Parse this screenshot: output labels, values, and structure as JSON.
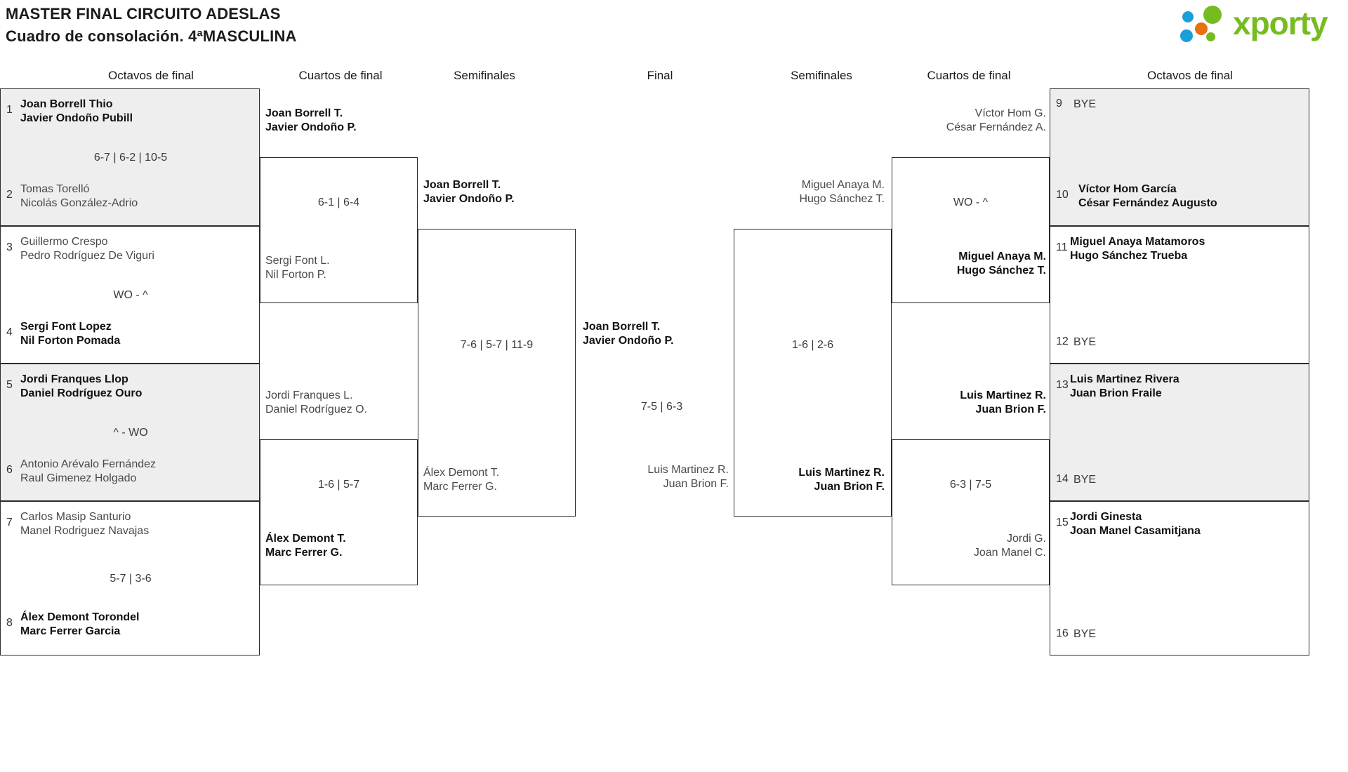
{
  "header": {
    "title_line1": "MASTER FINAL CIRCUITO ADESLAS",
    "title_line2": "Cuadro de consolación. 4ªMASCULINA",
    "logo_text": "xporty",
    "logo_colors": {
      "green": "#76bc21",
      "blue": "#1a9fd9",
      "orange": "#e8700f"
    }
  },
  "rounds": {
    "left_r16": "Octavos de final",
    "left_qf": "Cuartos de final",
    "left_sf": "Semifinales",
    "final": "Final",
    "right_sf": "Semifinales",
    "right_qf": "Cuartos de final",
    "right_r16": "Octavos de final"
  },
  "left_r16": [
    {
      "seed_top": "1",
      "team_top_l1": "Joan Borrell Thio",
      "team_top_l2": "Javier Ondoño Pubill",
      "top_winner": true,
      "score": "6-7 | 6-2 | 10-5",
      "seed_bottom": "2",
      "team_bottom_l1": "Tomas Torelló",
      "team_bottom_l2": "Nicolás González-Adrio",
      "bottom_winner": false,
      "shaded": true
    },
    {
      "seed_top": "3",
      "team_top_l1": "Guillermo Crespo",
      "team_top_l2": "Pedro Rodríguez De Viguri",
      "top_winner": false,
      "score": "WO - ^",
      "seed_bottom": "4",
      "team_bottom_l1": "Sergi Font Lopez",
      "team_bottom_l2": "Nil Forton Pomada",
      "bottom_winner": true,
      "shaded": false
    },
    {
      "seed_top": "5",
      "team_top_l1": "Jordi Franques Llop",
      "team_top_l2": "Daniel Rodríguez Ouro",
      "top_winner": true,
      "score": "^ - WO",
      "seed_bottom": "6",
      "team_bottom_l1": "Antonio Arévalo Fernández",
      "team_bottom_l2": "Raul Gimenez Holgado",
      "bottom_winner": false,
      "shaded": true
    },
    {
      "seed_top": "7",
      "team_top_l1": "Carlos Masip Santurio",
      "team_top_l2": "Manel Rodriguez Navajas",
      "top_winner": false,
      "score": "5-7 | 3-6",
      "seed_bottom": "8",
      "team_bottom_l1": "Álex Demont Torondel",
      "team_bottom_l2": "Marc Ferrer Garcia",
      "bottom_winner": true,
      "shaded": false
    }
  ],
  "left_qf": [
    {
      "team_top_l1": "Joan Borrell T.",
      "team_top_l2": "Javier Ondoño P.",
      "top_winner": true,
      "score": "6-1 | 6-4",
      "team_bottom_l1": "Sergi Font L.",
      "team_bottom_l2": "Nil Forton P.",
      "bottom_winner": false
    },
    {
      "team_top_l1": "Jordi Franques L.",
      "team_top_l2": "Daniel Rodríguez O.",
      "top_winner": false,
      "score": "1-6 | 5-7",
      "team_bottom_l1": "Álex Demont T.",
      "team_bottom_l2": "Marc Ferrer G.",
      "bottom_winner": true
    }
  ],
  "left_sf": [
    {
      "team_top_l1": "Joan Borrell T.",
      "team_top_l2": "Javier Ondoño P.",
      "top_winner": true,
      "score": "7-6 | 5-7 | 11-9",
      "team_bottom_l1": "Álex Demont T.",
      "team_bottom_l2": "Marc Ferrer G.",
      "bottom_winner": false
    }
  ],
  "final": {
    "team_top_l1": "Joan Borrell T.",
    "team_top_l2": "Javier Ondoño P.",
    "top_winner": true,
    "score": "7-5 | 6-3",
    "team_bottom_l1": "Luis Martinez R.",
    "team_bottom_l2": "Juan Brion F.",
    "bottom_winner": false
  },
  "right_sf": [
    {
      "team_top_l1": "Miguel Anaya M.",
      "team_top_l2": "Hugo Sánchez T.",
      "top_winner": false,
      "score": "1-6 | 2-6",
      "team_bottom_l1": "Luis Martinez R.",
      "team_bottom_l2": "Juan Brion F.",
      "bottom_winner": true
    }
  ],
  "right_qf": [
    {
      "team_top_l1": "Víctor Hom G.",
      "team_top_l2": "César Fernández A.",
      "top_winner": false,
      "score": "WO - ^",
      "team_bottom_l1": "Miguel Anaya M.",
      "team_bottom_l2": "Hugo Sánchez T.",
      "bottom_winner": true
    },
    {
      "team_top_l1": "Luis Martinez R.",
      "team_top_l2": "Juan Brion F.",
      "top_winner": true,
      "score": "6-3 | 7-5",
      "team_bottom_l1": "Jordi G.",
      "team_bottom_l2": "Joan Manel C.",
      "bottom_winner": false
    }
  ],
  "right_r16": [
    {
      "seed_top": "9",
      "team_top_l1": "BYE",
      "team_top_l2": "",
      "top_winner": false,
      "seed_bottom": "10",
      "team_bottom_l1": "Víctor Hom García",
      "team_bottom_l2": "César Fernández Augusto",
      "bottom_winner": true,
      "shaded": true
    },
    {
      "seed_top": "11",
      "team_top_l1": "Miguel Anaya Matamoros",
      "team_top_l2": "Hugo Sánchez Trueba",
      "top_winner": true,
      "seed_bottom": "12",
      "team_bottom_l1": "BYE",
      "team_bottom_l2": "",
      "bottom_winner": false,
      "shaded": false
    },
    {
      "seed_top": "13",
      "team_top_l1": "Luis Martinez Rivera",
      "team_top_l2": "Juan Brion Fraile",
      "top_winner": true,
      "seed_bottom": "14",
      "team_bottom_l1": "BYE",
      "team_bottom_l2": "",
      "bottom_winner": false,
      "shaded": true
    },
    {
      "seed_top": "15",
      "team_top_l1": "Jordi Ginesta",
      "team_top_l2": "Joan Manel Casamitjana",
      "top_winner": true,
      "seed_bottom": "16",
      "team_bottom_l1": "BYE",
      "team_bottom_l2": "",
      "bottom_winner": false,
      "shaded": false
    }
  ]
}
